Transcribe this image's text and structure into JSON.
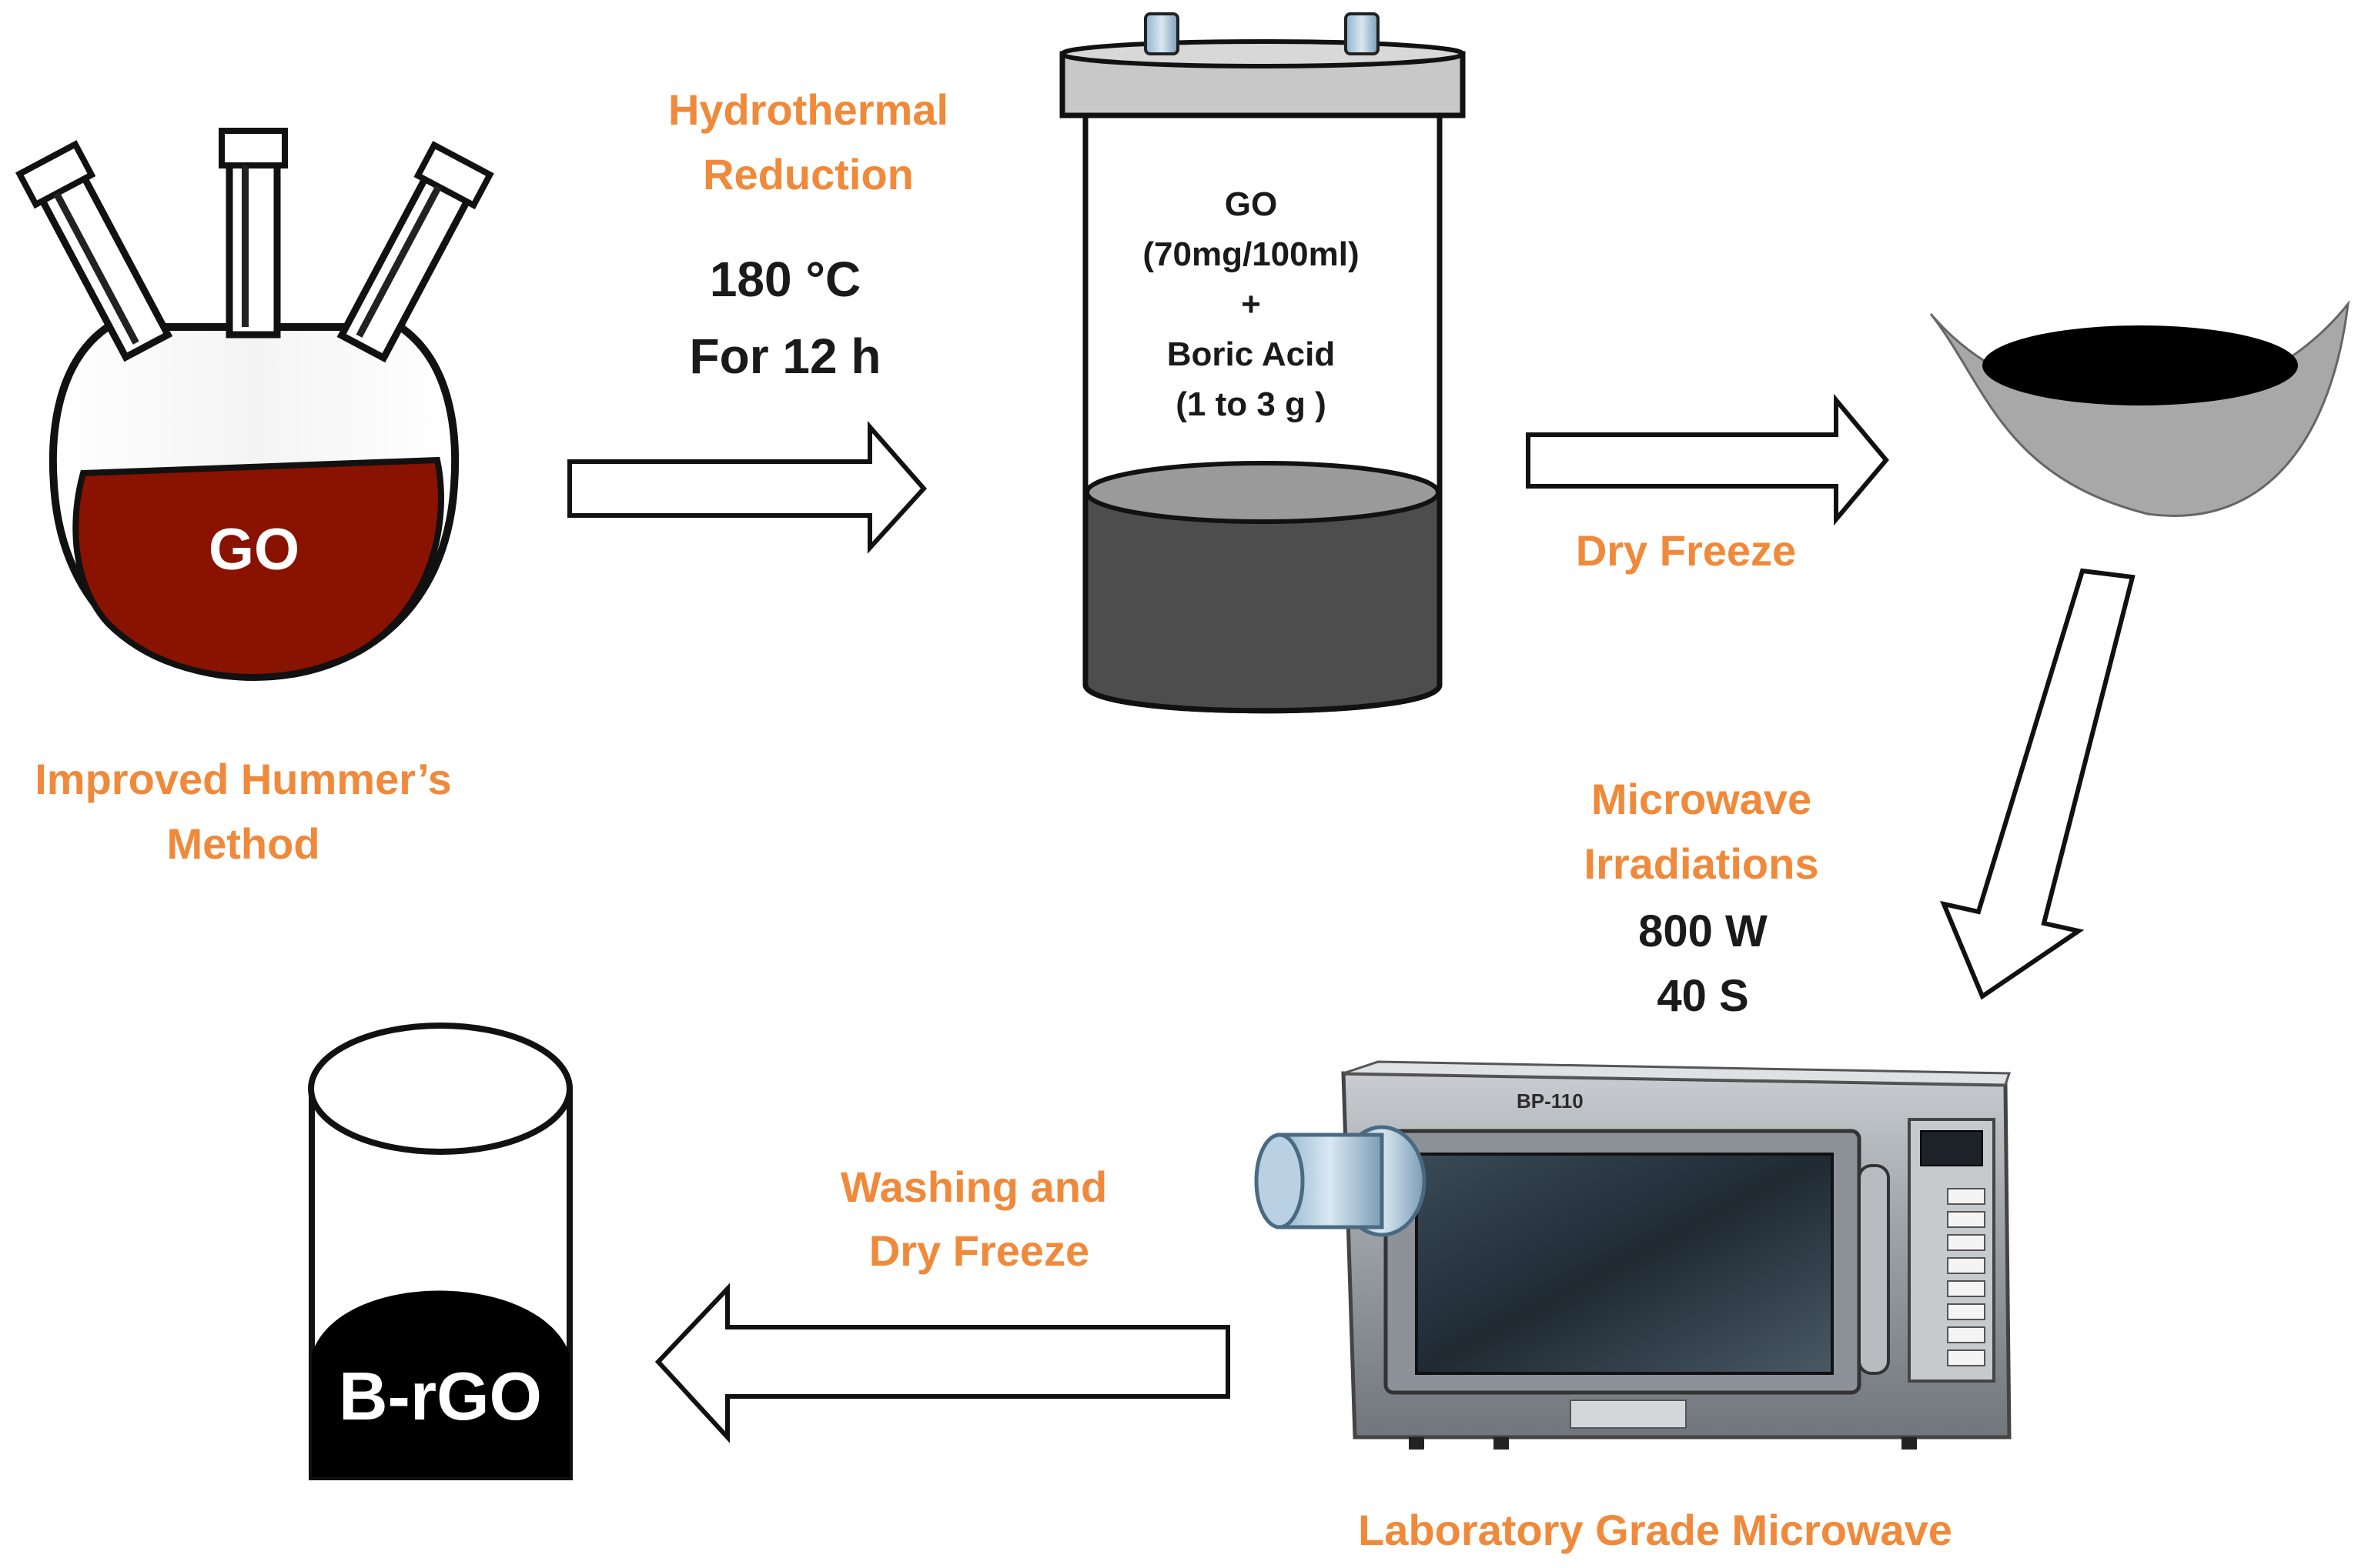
{
  "colors": {
    "orange_label": "#F0893A",
    "go_solution": "#8A1200",
    "grey_liquid": "#4d4d4d",
    "black_product": "#000000"
  },
  "flask": {
    "content_label": "GO",
    "method_line1": "Improved Hummer’s",
    "method_line2": "Method"
  },
  "step1": {
    "label_line1": "Hydrothermal",
    "label_line2": "Reduction",
    "condition_line1": "180 °C",
    "condition_line2": "For 12 h"
  },
  "autoclave": {
    "line1": "GO",
    "line2": "(70mg/100ml)",
    "line3": "+",
    "line4": "Boric Acid",
    "line5": "(1 to 3 g )"
  },
  "step2": {
    "label": "Dry Freeze"
  },
  "step3": {
    "label_line1": "Microwave",
    "label_line2": "Irradiations",
    "power": "800 W",
    "duration": "40 S"
  },
  "microwave": {
    "model": "BP-110",
    "caption": "Laboratory Grade Microwave"
  },
  "step4": {
    "label_line1": "Washing and",
    "label_line2": "Dry Freeze"
  },
  "product": {
    "label": "B-rGO"
  }
}
